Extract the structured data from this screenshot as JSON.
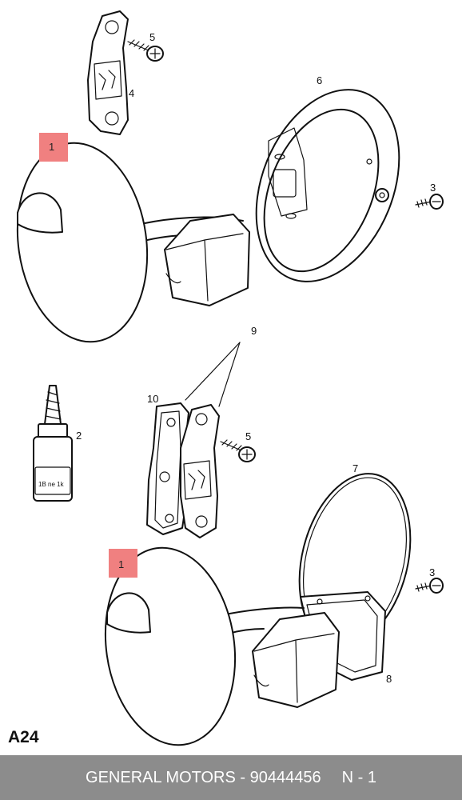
{
  "diagram": {
    "callouts": {
      "p1_top": "1",
      "p1_bottom": "1",
      "p2": "2",
      "p3_top": "3",
      "p3_bottom": "3",
      "p4": "4",
      "p5_top": "5",
      "p5_bottom": "5",
      "p6": "6",
      "p7": "7",
      "p8": "8",
      "p9": "9",
      "p10": "10"
    },
    "bottle_text": "1B ne 1k",
    "highlight_color": "#f08080"
  },
  "page_code": "A24",
  "footer": {
    "part_text": "GENERAL MOTORS - 90444456",
    "page_text": "N - 1"
  }
}
